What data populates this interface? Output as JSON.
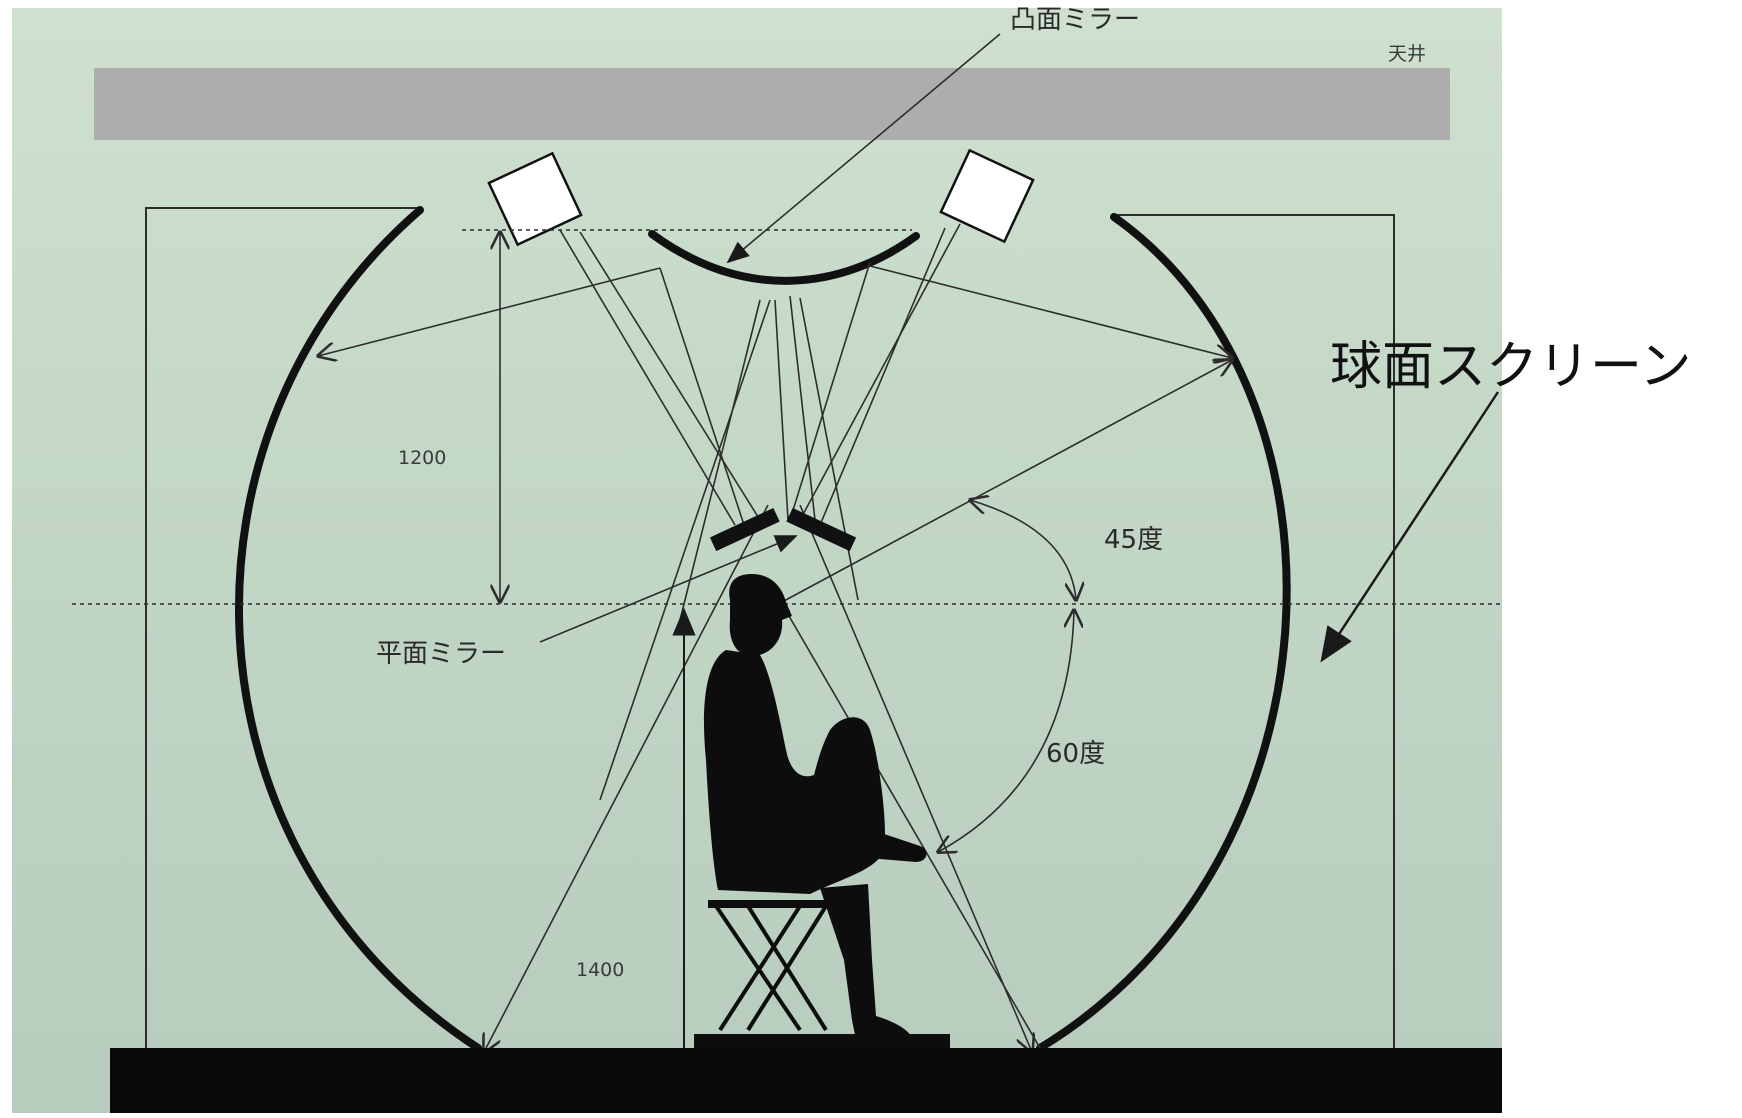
{
  "labels": {
    "convex_mirror": "凸面ミラー",
    "ceiling": "天井",
    "spherical_screen": "球面スクリーン",
    "dim_1200": "1200",
    "angle_45": "45度",
    "flat_mirror": "平面ミラー",
    "angle_60": "60度",
    "dim_1400": "1400"
  },
  "colors": {
    "background_gradient_top": "#c7d9c8",
    "background_gradient_bottom": "#b9cebf",
    "ceiling_bar": "#adadad",
    "ink": "#111111"
  }
}
